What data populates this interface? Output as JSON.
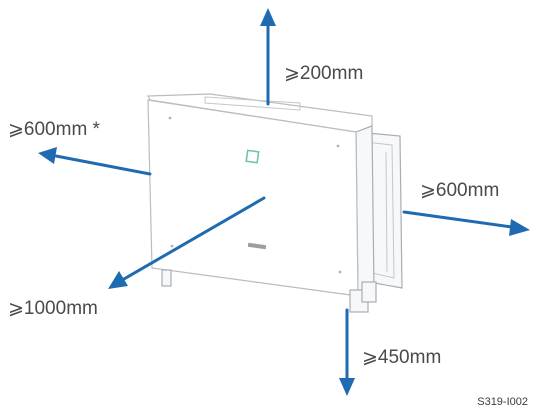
{
  "clearances": {
    "top": "⩾200mm",
    "left": "⩾600mm *",
    "right": "⩾600mm",
    "front": "⩾1000mm",
    "bottom": "⩾450mm"
  },
  "figure_code": "S319-I002",
  "colors": {
    "arrow": "#1f6bb1",
    "outline": "#b9bcc0",
    "text": "#4a4a4a"
  }
}
